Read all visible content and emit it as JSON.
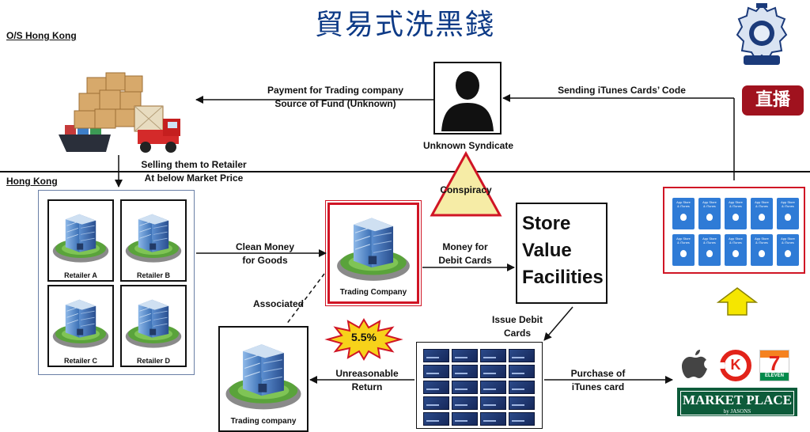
{
  "title": "貿易式洗黑錢",
  "regions": {
    "overseas": "O/S Hong Kong",
    "hong_kong": "Hong Kong"
  },
  "badge": {
    "live": "直播"
  },
  "syndicate": {
    "label": "Unknown Syndicate"
  },
  "flows": {
    "payment_line1": "Payment for Trading company",
    "payment_line2": "Source of Fund (Unknown)",
    "itunes_code": "Sending iTunes Cards’ Code",
    "selling_line1": "Selling them to Retailer",
    "selling_line2": "At below Market Price",
    "conspiracy": "Conspiracy",
    "clean_line1": "Clean Money",
    "clean_line2": "for Goods",
    "money_line1": "Money for",
    "money_line2": "Debit Cards",
    "associated": "Associated",
    "issue_line1": "Issue Debit",
    "issue_line2": "Cards",
    "unreasonable_line1": "Unreasonable",
    "unreasonable_line2": "Return",
    "purchase_line1": "Purchase of",
    "purchase_line2": "iTunes card",
    "rate": "5.5%"
  },
  "retailers": [
    "Retailer A",
    "Retailer B",
    "Retailer C",
    "Retailer D"
  ],
  "trading_company": {
    "main": "Trading Company",
    "secondary": "Trading company"
  },
  "svf": {
    "line1": "Store",
    "line2": "Value",
    "line3": "Facilities"
  },
  "itunes_card": {
    "line1": "App Store",
    "line2": "& iTunes"
  },
  "stores": {
    "market_place": "MARKET PLACE",
    "market_place_sub": "by JASONS",
    "circle_k": "K",
    "seven_eleven": "7",
    "eleven": "ELEVEN"
  },
  "colors": {
    "title": "#0d3a86",
    "red": "#d01525",
    "live": "#a0121e",
    "market_place": "#0d5b3a",
    "itunes": "#2f7bd6",
    "arrow_yellow": "#f5e600"
  }
}
